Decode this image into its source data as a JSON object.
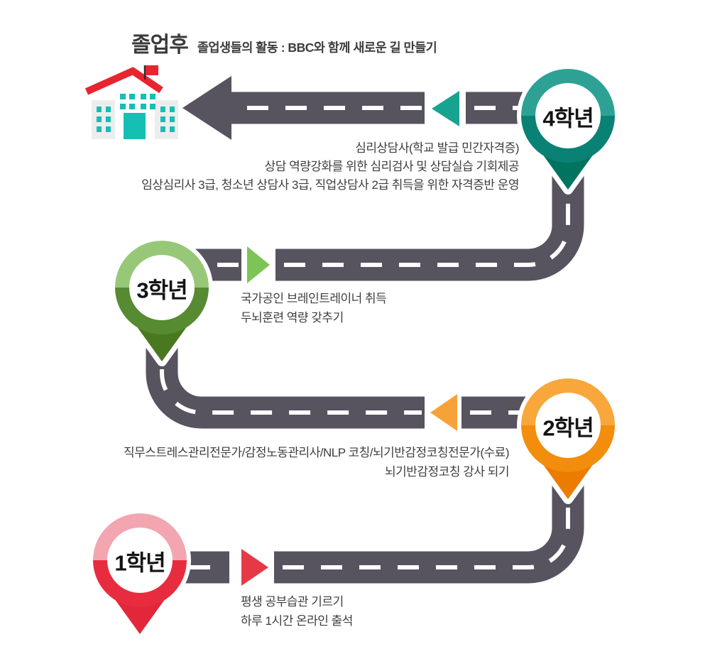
{
  "header": {
    "title": "졸업후",
    "subtitle": "졸업생들의 활동 : BBC와 함께 새로운 길 만들기"
  },
  "colors": {
    "road": "#57535f",
    "dash": "#ffffff",
    "school_red": "#e8242f",
    "school_teal": "#14bfb4",
    "school_gray": "#ededed",
    "chevrons": {
      "year4": "#17a390",
      "year3": "#7dc457",
      "year2": "#f7a239",
      "year1": "#e73945"
    }
  },
  "milestones": [
    {
      "id": "year4",
      "label": "4학년",
      "color_top": "#2da294",
      "color_bottom": "#0a8175",
      "color_tip": "#00745e",
      "notes": [
        "심리상담사(학교 발급 민간자격증)",
        "상담 역량강화를 위한 심리검사 및 상담실습 기회제공",
        "임상심리사 3급, 청소년 상담사 3급, 직업상담사 2급 취득을 위한 자격증반 운영"
      ]
    },
    {
      "id": "year3",
      "label": "3학년",
      "color_top": "#96c878",
      "color_bottom": "#568b31",
      "color_tip": "#49791f",
      "notes": [
        "국가공인 브레인트레이너 취득",
        "두뇌훈련 역량 갖추기"
      ]
    },
    {
      "id": "year2",
      "label": "2학년",
      "color_top": "#f8a73c",
      "color_bottom": "#f28e0c",
      "color_tip": "#eb7c00",
      "notes": [
        "직무스트레스관리전문가/감정노동관리사/NLP 코칭/뇌기반감정코칭전문가(수료)",
        "뇌기반감정코칭 강사 되기"
      ]
    },
    {
      "id": "year1",
      "label": "1학년",
      "color_top": "#f3a6b0",
      "color_bottom": "#e82c40",
      "color_tip": "#e2273a",
      "notes": [
        "평생 공부습관 기르기",
        "하루 1시간 온라인 출석"
      ]
    }
  ]
}
